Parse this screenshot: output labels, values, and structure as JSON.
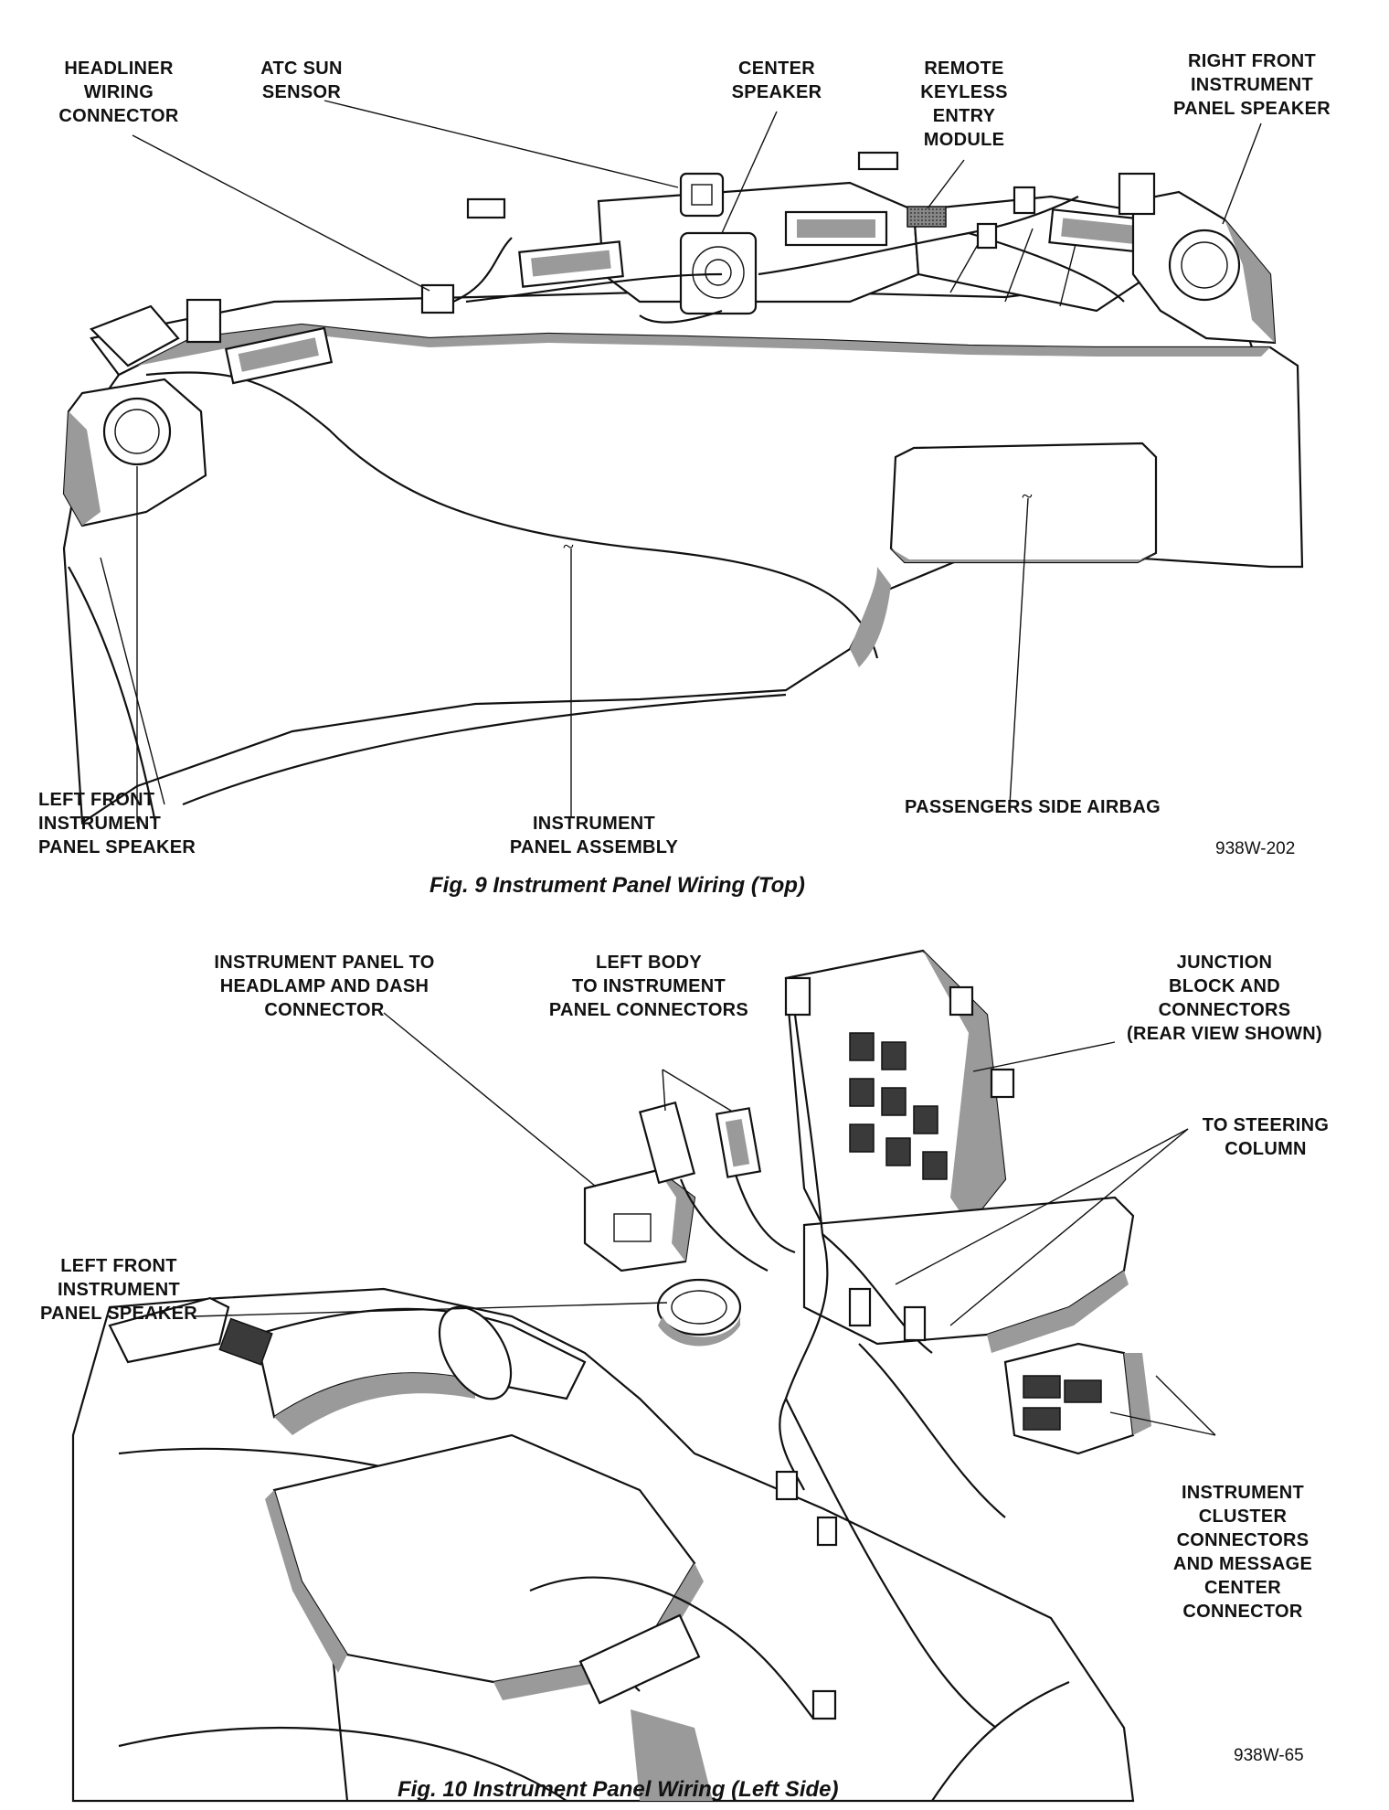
{
  "figure_top": {
    "caption": "Fig. 9 Instrument Panel Wiring (Top)",
    "code": "938W-202",
    "callouts": {
      "headliner_wiring_connector": "HEADLINER\nWIRING\nCONNECTOR",
      "atc_sun_sensor": "ATC SUN\nSENSOR",
      "center_speaker": "CENTER\nSPEAKER",
      "remote_keyless_entry_module": "REMOTE\nKEYLESS\nENTRY\nMODULE",
      "right_front_instrument_panel_speaker": "RIGHT FRONT\nINSTRUMENT\nPANEL SPEAKER",
      "left_front_instrument_panel_speaker": "LEFT FRONT\nINSTRUMENT\nPANEL SPEAKER",
      "instrument_panel_assembly": "INSTRUMENT\nPANEL ASSEMBLY",
      "passengers_side_airbag": "PASSENGERS SIDE AIRBAG"
    }
  },
  "figure_left": {
    "caption": "Fig. 10 Instrument Panel Wiring (Left Side)",
    "code": "938W-65",
    "callouts": {
      "ip_to_headlamp_and_dash_connector": "INSTRUMENT PANEL TO\nHEADLAMP AND DASH\nCONNECTOR",
      "left_body_to_ip_connectors": "LEFT BODY\nTO INSTRUMENT\nPANEL CONNECTORS",
      "junction_block_and_connectors": "JUNCTION\nBLOCK AND\nCONNECTORS\n(REAR VIEW SHOWN)",
      "to_steering_column": "TO STEERING\nCOLUMN",
      "left_front_instrument_panel_speaker": "LEFT FRONT\nINSTRUMENT\nPANEL SPEAKER",
      "instrument_cluster_connectors": "INSTRUMENT\nCLUSTER\nCONNECTORS\nAND MESSAGE\nCENTER\nCONNECTOR"
    }
  }
}
